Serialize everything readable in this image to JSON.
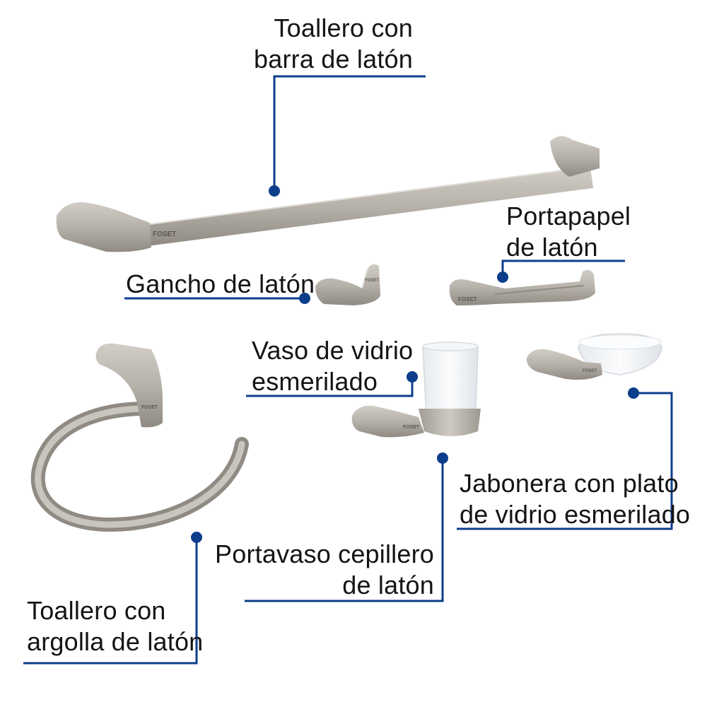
{
  "colors": {
    "accent": "#0d3e8c",
    "metal": "#b6b1a9",
    "text": "#141414"
  },
  "brand": "FOSET",
  "labels": {
    "towel_bar": {
      "line1": "Toallero con",
      "line2": "barra de latón"
    },
    "paper_holder": {
      "line1": "Portapapel",
      "line2": "de latón"
    },
    "hook": {
      "line1": "Gancho de latón"
    },
    "glass": {
      "line1": "Vaso de vidrio",
      "line2": "esmerilado"
    },
    "soap_dish": {
      "line1": "Jabonera con plato",
      "line2": "de vidrio esmerilado"
    },
    "tumbler_holder": {
      "line1": "Portavaso cepillero",
      "line2": "de latón"
    },
    "towel_ring": {
      "line1": "Toallero con",
      "line2": "argolla de latón"
    }
  }
}
